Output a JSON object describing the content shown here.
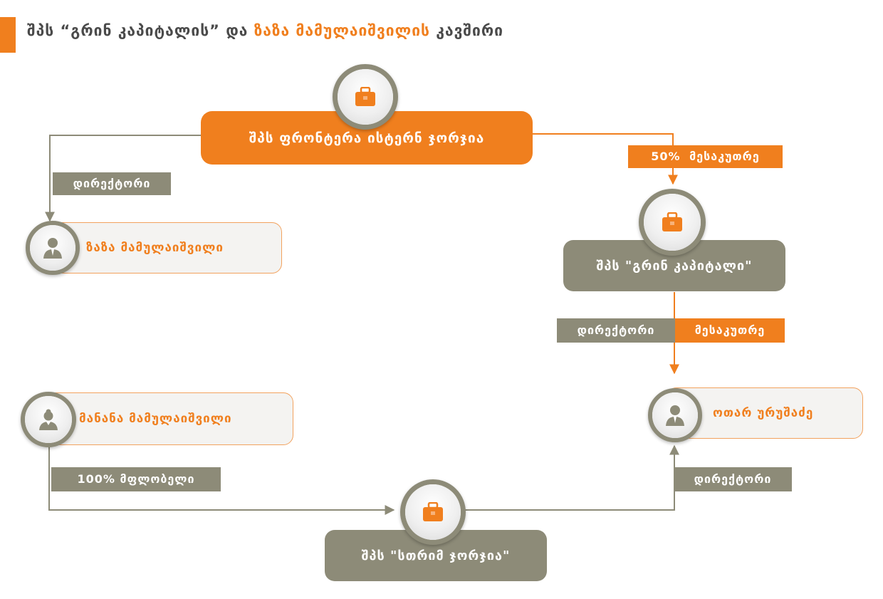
{
  "header": {
    "title_part1": "შპს “გრინ კაპიტალის” და",
    "title_highlight": "ზაზა მამულაიშვილის",
    "title_part2": "კავშირი"
  },
  "nodes": {
    "frontera": {
      "label": "შპს ფრონტერა ისტერნ ჯორჯია",
      "icon": "briefcase-icon"
    },
    "green_capital": {
      "label": "შპს \"გრინ კაპიტალი\"",
      "icon": "briefcase-icon"
    },
    "stream_georgia": {
      "label": "შპს \"სთრიმ ჯორჯია\"",
      "icon": "briefcase-icon"
    },
    "zaza": {
      "label": "ზაზა მამულაიშვილი",
      "icon": "man-avatar-icon"
    },
    "manana": {
      "label": "მანანა მამულაიშვილი",
      "icon": "woman-avatar-icon"
    },
    "otar": {
      "label": "ოთარ ურუშაძე",
      "icon": "man-avatar-icon"
    }
  },
  "edges": {
    "frontera_zaza": "დირექტორი",
    "frontera_green_pct": "50%",
    "frontera_green_role": "მესაკუთრე",
    "green_otar_role1": "დირექტორი",
    "green_otar_role2": "მესაკუთრე",
    "manana_stream": "100% მფლობელი",
    "stream_otar": "დირექტორი"
  },
  "colors": {
    "accent": "#f07f1e",
    "neutral": "#8d8b78",
    "person_bg": "#f4f3f1",
    "title_text": "#4a4a4a"
  }
}
